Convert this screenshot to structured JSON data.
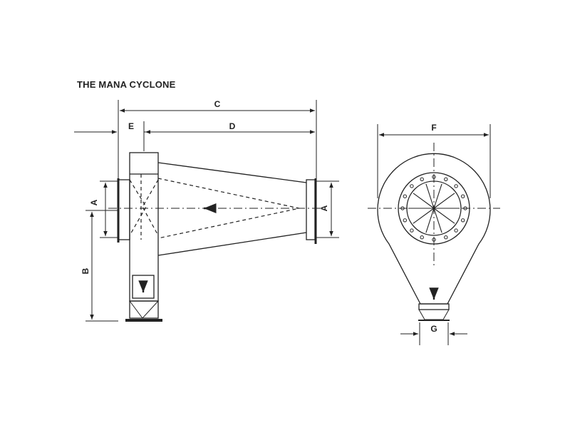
{
  "title": "THE MANA CYCLONE",
  "labels": {
    "a_left": "A",
    "a_right": "A",
    "b": "B",
    "c": "C",
    "d": "D",
    "e": "E",
    "f": "F",
    "g": "G"
  }
}
